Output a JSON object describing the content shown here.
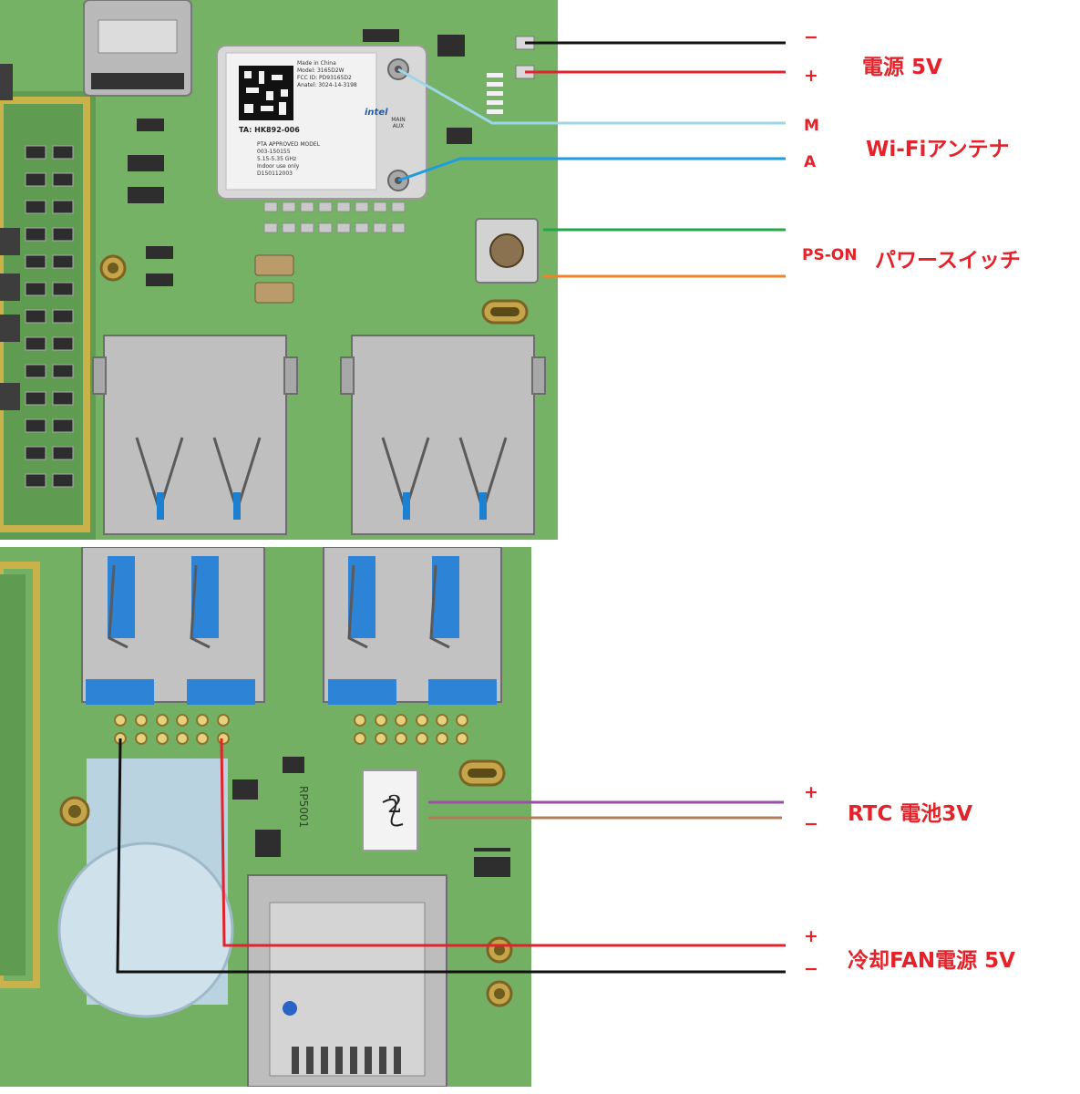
{
  "top_section": {
    "power": {
      "minus": "−",
      "plus": "+",
      "label": "電源 5V"
    },
    "wifi": {
      "main": "M",
      "aux": "A",
      "label": "Wi-Fiアンテナ"
    },
    "switch": {
      "ps_on": "PS-ON",
      "label": "パワースイッチ"
    }
  },
  "bottom_section": {
    "rtc": {
      "plus": "+",
      "minus": "−",
      "label": "RTC 電池3V"
    },
    "fan": {
      "plus": "+",
      "minus": "−",
      "label": "冷却FAN電源 5V"
    }
  },
  "module_label": {
    "lines": [
      "Made in China",
      "Model: 3165D2W",
      "FCC ID: PD93165D2",
      "Anatel: 3024-14-3198",
      "TA: HK892-006",
      "PTA APPROVED MODEL",
      "003-150155",
      "5.15-5.35 GHz",
      "Indoor use only",
      "D150112003"
    ],
    "brand": "intel",
    "antenna_tag": "MAIN AUX"
  },
  "board_marking": "RP5001",
  "handwritten_mark": "2",
  "colors": {
    "label_red": "#e3222a",
    "wire_black": "#111111",
    "wire_red": "#e0232d",
    "wire_light_blue": "#9dd6e6",
    "wire_blue": "#1f9be0",
    "wire_green": "#22a84a",
    "wire_orange": "#f0822a",
    "wire_purple": "#9b4fa6",
    "wire_brown": "#b07c5a",
    "pcb_green": "#74b064"
  }
}
